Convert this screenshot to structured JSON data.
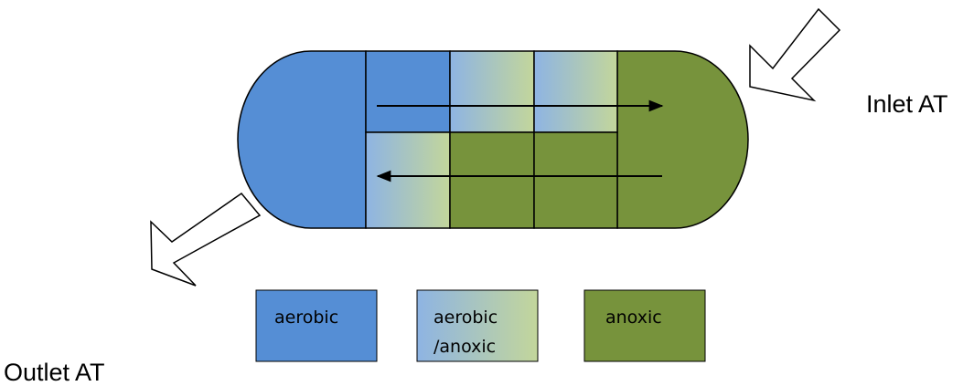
{
  "labels": {
    "inlet": "Inlet AT",
    "outlet": "Outlet AT"
  },
  "legend": {
    "aerobic": "aerobic",
    "aerobic_anoxic_line1": "aerobic",
    "aerobic_anoxic_line2": "/anoxic",
    "anoxic": "anoxic"
  },
  "colors": {
    "aerobic": "#558ed5",
    "gradient_start": "#8eb4e3",
    "gradient_end": "#c3d69b",
    "anoxic": "#77933c",
    "outline": "#000000"
  }
}
